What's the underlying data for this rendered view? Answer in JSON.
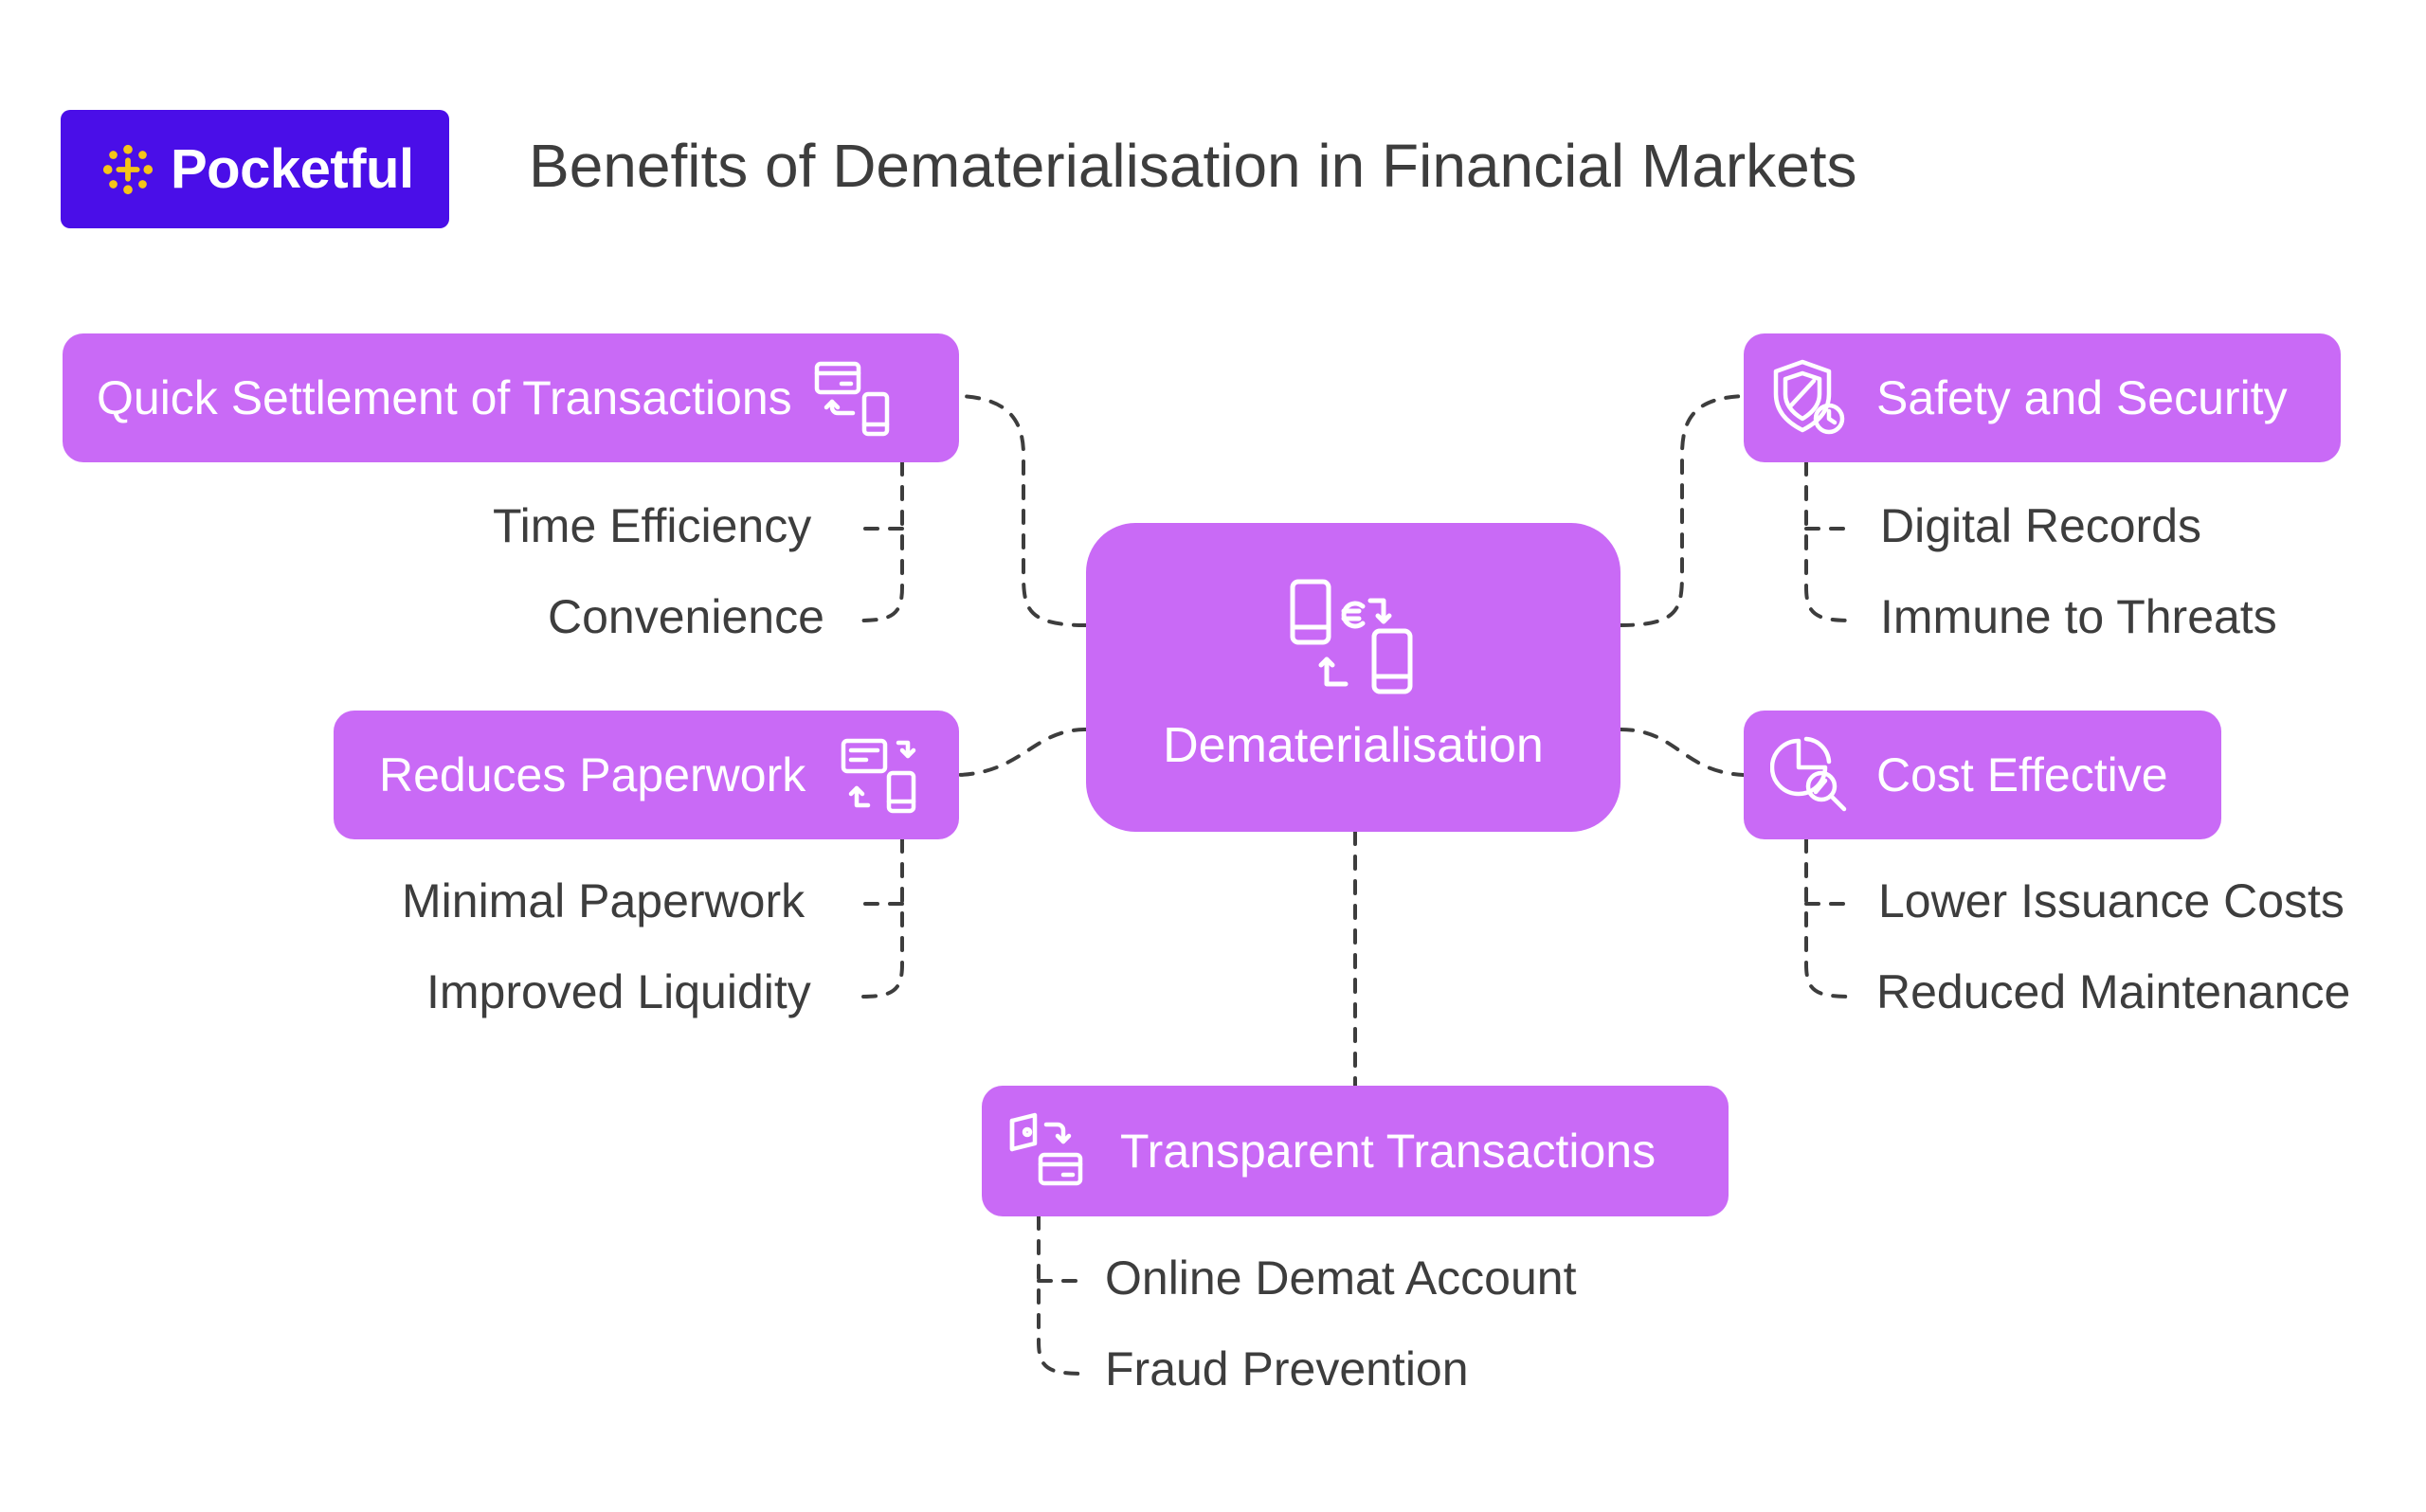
{
  "brand": {
    "name": "Pocketful",
    "color": "#4a0ee8",
    "accent": "#f5c518"
  },
  "title": "Benefits of Dematerialisation in Financial Markets",
  "colors": {
    "node": "#c96af6",
    "connector": "#3d3d3d",
    "text": "#3d3d3d"
  },
  "center": {
    "label": "Dematerialisation",
    "icon": "phone-euro-exchange-icon"
  },
  "branches": {
    "settlement": {
      "label": "Quick Settlement of Transactions",
      "icon": "card-to-phone-icon",
      "children": [
        "Time Efficiency",
        "Convenience"
      ]
    },
    "paperwork": {
      "label": "Reduces Paperwork",
      "icon": "document-phone-sync-icon",
      "children": [
        "Minimal Paperwork",
        "Improved Liquidity"
      ]
    },
    "safety": {
      "label": "Safety and Security",
      "icon": "shield-lock-icon",
      "children": [
        "Digital Records",
        "Immune to Threats"
      ]
    },
    "cost": {
      "label": "Cost Effective",
      "icon": "chart-magnifier-icon",
      "children": [
        "Lower Issuance Costs",
        "Reduced Maintenance"
      ]
    },
    "transparent": {
      "label": "Transparent Transactions",
      "icon": "wallet-card-transfer-icon",
      "children": [
        "Online Demat Account",
        "Fraud Prevention"
      ]
    }
  }
}
